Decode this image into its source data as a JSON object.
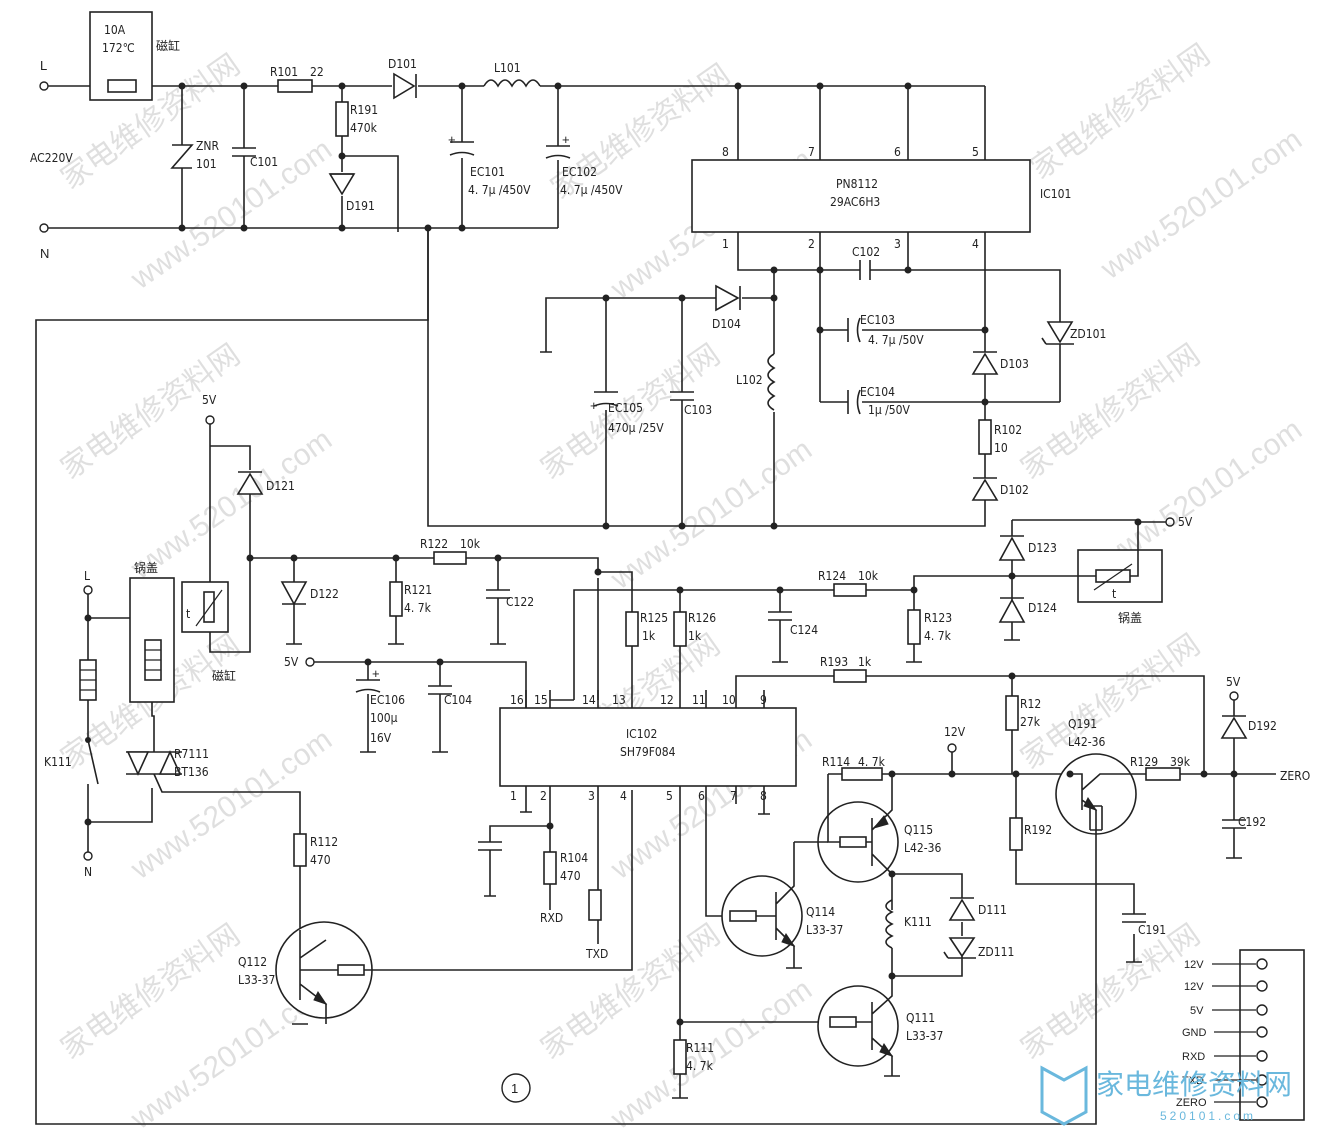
{
  "diagram": {
    "figure_number": "①",
    "watermarks": [
      "家电维修资料网",
      "www.520101.com"
    ],
    "logo": {
      "main": "家电维修资料网",
      "sub": "520101.com"
    },
    "labels": {
      "L": "L",
      "N": "N",
      "AC220V": "AC220V",
      "fuse_current": "10A",
      "fuse_temp": "172℃",
      "fuse_name": "磁缸",
      "ZNR": "ZNR",
      "ZNR_val": "101",
      "C101": "C101",
      "R101": "R101",
      "R101_val": "22",
      "R191": "R191",
      "R191_val": "470k",
      "D191": "D191",
      "D101": "D101",
      "L101": "L101",
      "EC101": "EC101",
      "EC101_val": "4. 7μ /450V",
      "EC102": "EC102",
      "EC102_val": "4. 7μ /450V",
      "IC101_name": "PN8112",
      "IC101_code": "29AC6H3",
      "IC101": "IC101",
      "pin8": "8",
      "pin7": "7",
      "pin6": "6",
      "pin5": "5",
      "pin1": "1",
      "pin2": "2",
      "pin3": "3",
      "pin4": "4",
      "C102": "C102",
      "D104": "D104",
      "EC103": "EC103",
      "EC103_val": "4. 7μ /50V",
      "ZD101": "ZD101",
      "D103": "D103",
      "L102": "L102",
      "EC105": "EC105",
      "EC105_val": "470μ /25V",
      "C103": "C103",
      "EC104": "EC104",
      "EC104_val": "1μ /50V",
      "R102a": "R102",
      "R102a_val": "10",
      "D102": "D102",
      "5V_a": "5V",
      "D121": "D121",
      "D122": "D122",
      "R122": "R122",
      "R122_val": "10k",
      "R121": "R121",
      "R121_val": "4. 7k",
      "C122": "C122",
      "sensor_t": "t",
      "sensor_name": "磁缸",
      "D123": "D123",
      "D124": "D124",
      "5V_b": "5V",
      "lid_sensor": "锅盖",
      "lid_t": "t",
      "R124": "R124",
      "R124_val": "10k",
      "R123": "R123",
      "R123_val": "4. 7k",
      "R125": "R125",
      "R125_val": "1k",
      "R126": "R126",
      "R126_val": "1k",
      "C124": "C124",
      "lid_heater": "锅盖",
      "L_b": "L",
      "N_b": "N",
      "K111_left": "K111",
      "R7111": "R7111",
      "BT136": "BT136",
      "5V_c": "5V",
      "EC106": "EC106",
      "EC106_val1": "100μ",
      "EC106_val2": "16V",
      "C104": "C104",
      "IC102": "IC102",
      "IC102_code": "SH79F084",
      "p16": "16",
      "p15": "15",
      "p14": "14",
      "p13": "13",
      "p12": "12",
      "p11": "11",
      "p10": "10",
      "p9": "9",
      "q1": "1",
      "q2": "2",
      "q3": "3",
      "q4": "4",
      "q5": "5",
      "q6": "6",
      "q7": "7",
      "q8": "8",
      "R193": "R193",
      "R193_val": "1k",
      "R12": "R12",
      "R12_val": "27k",
      "Q191": "Q191",
      "Q191_val": "L42-36",
      "5V_d": "5V",
      "D192": "D192",
      "R129": "R129",
      "R129_val": "39k",
      "ZERO": "ZERO",
      "C192": "C192",
      "12V": "12V",
      "R114": "R114",
      "R114_val": "4. 7k",
      "Q115": "Q115",
      "Q115_val": "L42-36",
      "R192": "R192",
      "C191": "C191",
      "K111": "K111",
      "D111": "D111",
      "ZD111": "ZD111",
      "Q114": "Q114",
      "Q114_val": "L33-37",
      "Q111": "Q111",
      "Q111_val": "L33-37",
      "R111": "R111",
      "R111_val": "4. 7k",
      "R112": "R112",
      "R112_val": "470",
      "Q112": "Q112",
      "Q112_val": "L33-37",
      "R104": "R104",
      "R104_val": "470",
      "RXD": "RXD",
      "TXD": "TXD"
    },
    "connector": [
      "12V",
      "12V",
      "5V",
      "GND",
      "RXD",
      "TXD",
      "ZERO"
    ]
  }
}
